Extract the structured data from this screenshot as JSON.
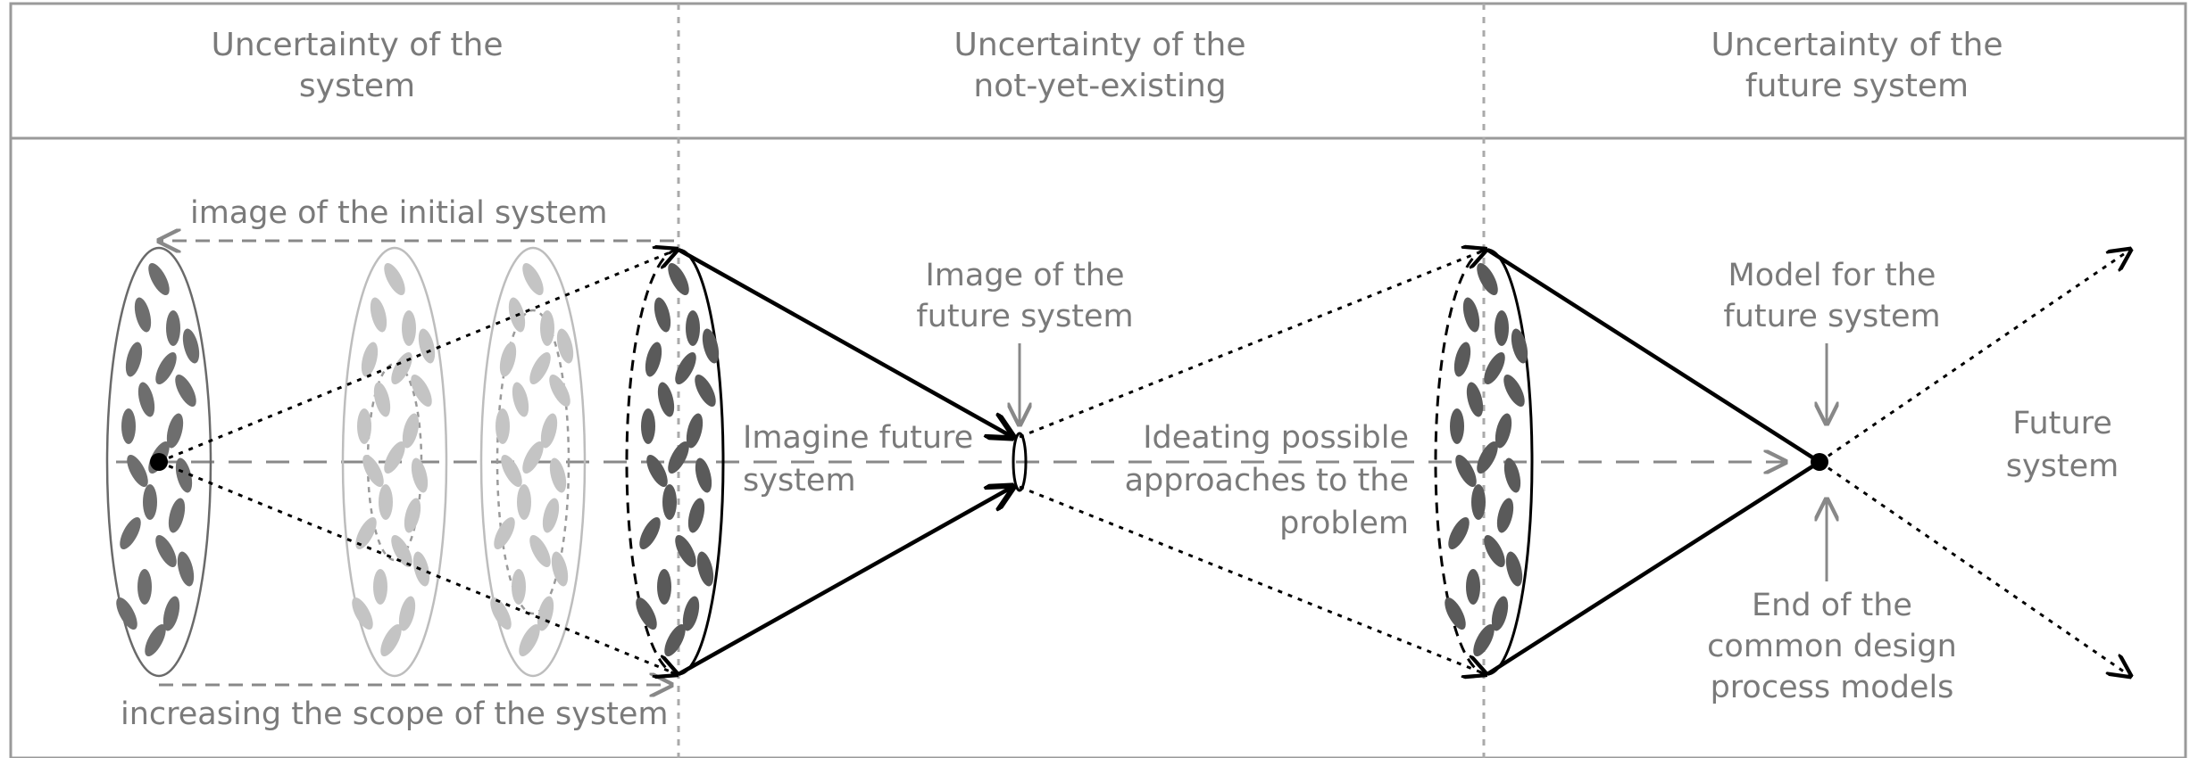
{
  "columns": [
    {
      "line1": "Uncertainty of the",
      "line2": "system"
    },
    {
      "line1": "Uncertainty of the",
      "line2": "not-yet-existing"
    },
    {
      "line1": "Uncertainty of the",
      "line2": "future system"
    }
  ],
  "labels": {
    "initial_image": "image of the initial system",
    "increasing_scope": "increasing the scope of the system",
    "image_future_1": "Image of the",
    "image_future_2": "future system",
    "imagine_1": "Imagine future",
    "imagine_2": "system",
    "ideating_1": "Ideating possible",
    "ideating_2": "approaches to the",
    "ideating_3": "problem",
    "model_1": "Model for the",
    "model_2": "future system",
    "future_1": "Future",
    "future_2": "system",
    "end_1": "End of the",
    "end_2": "common design",
    "end_3": "process models"
  },
  "colors": {
    "frame": "#9a9a9a",
    "text": "#7a7a7a",
    "dark_blobs": "#5a5a5a",
    "light_blobs": "#c4c4c4",
    "lines": "#000000"
  }
}
